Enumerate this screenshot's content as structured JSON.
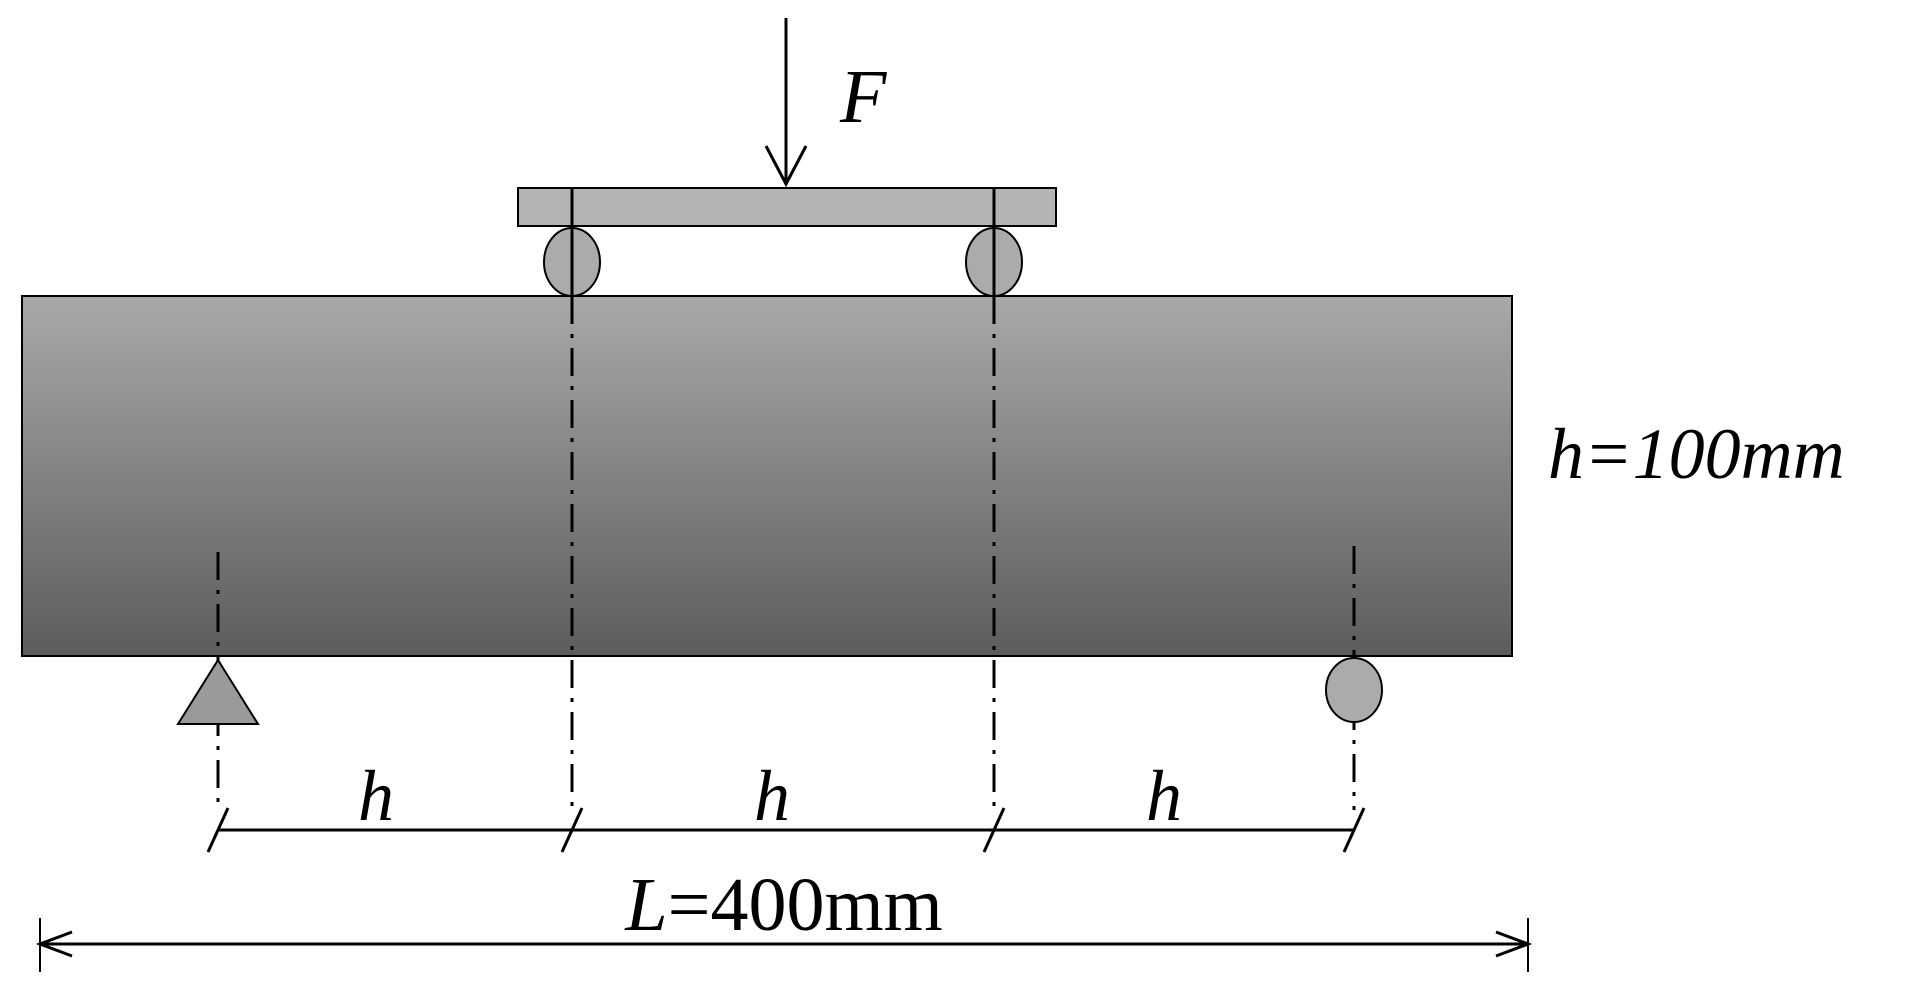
{
  "labels": {
    "force": "F",
    "height_prefix": "h",
    "height_value": "=100mm",
    "span_prefix": "L",
    "span_value": "=400mm",
    "segment_1": "h",
    "segment_2": "h",
    "segment_3": "h"
  },
  "colors": {
    "beam_top": "#a9a9a9",
    "beam_bottom": "#5c5c5c",
    "plate": "#b4b4b4",
    "roller": "#ababab",
    "support": "#9a9a9a",
    "line": "#000000"
  }
}
